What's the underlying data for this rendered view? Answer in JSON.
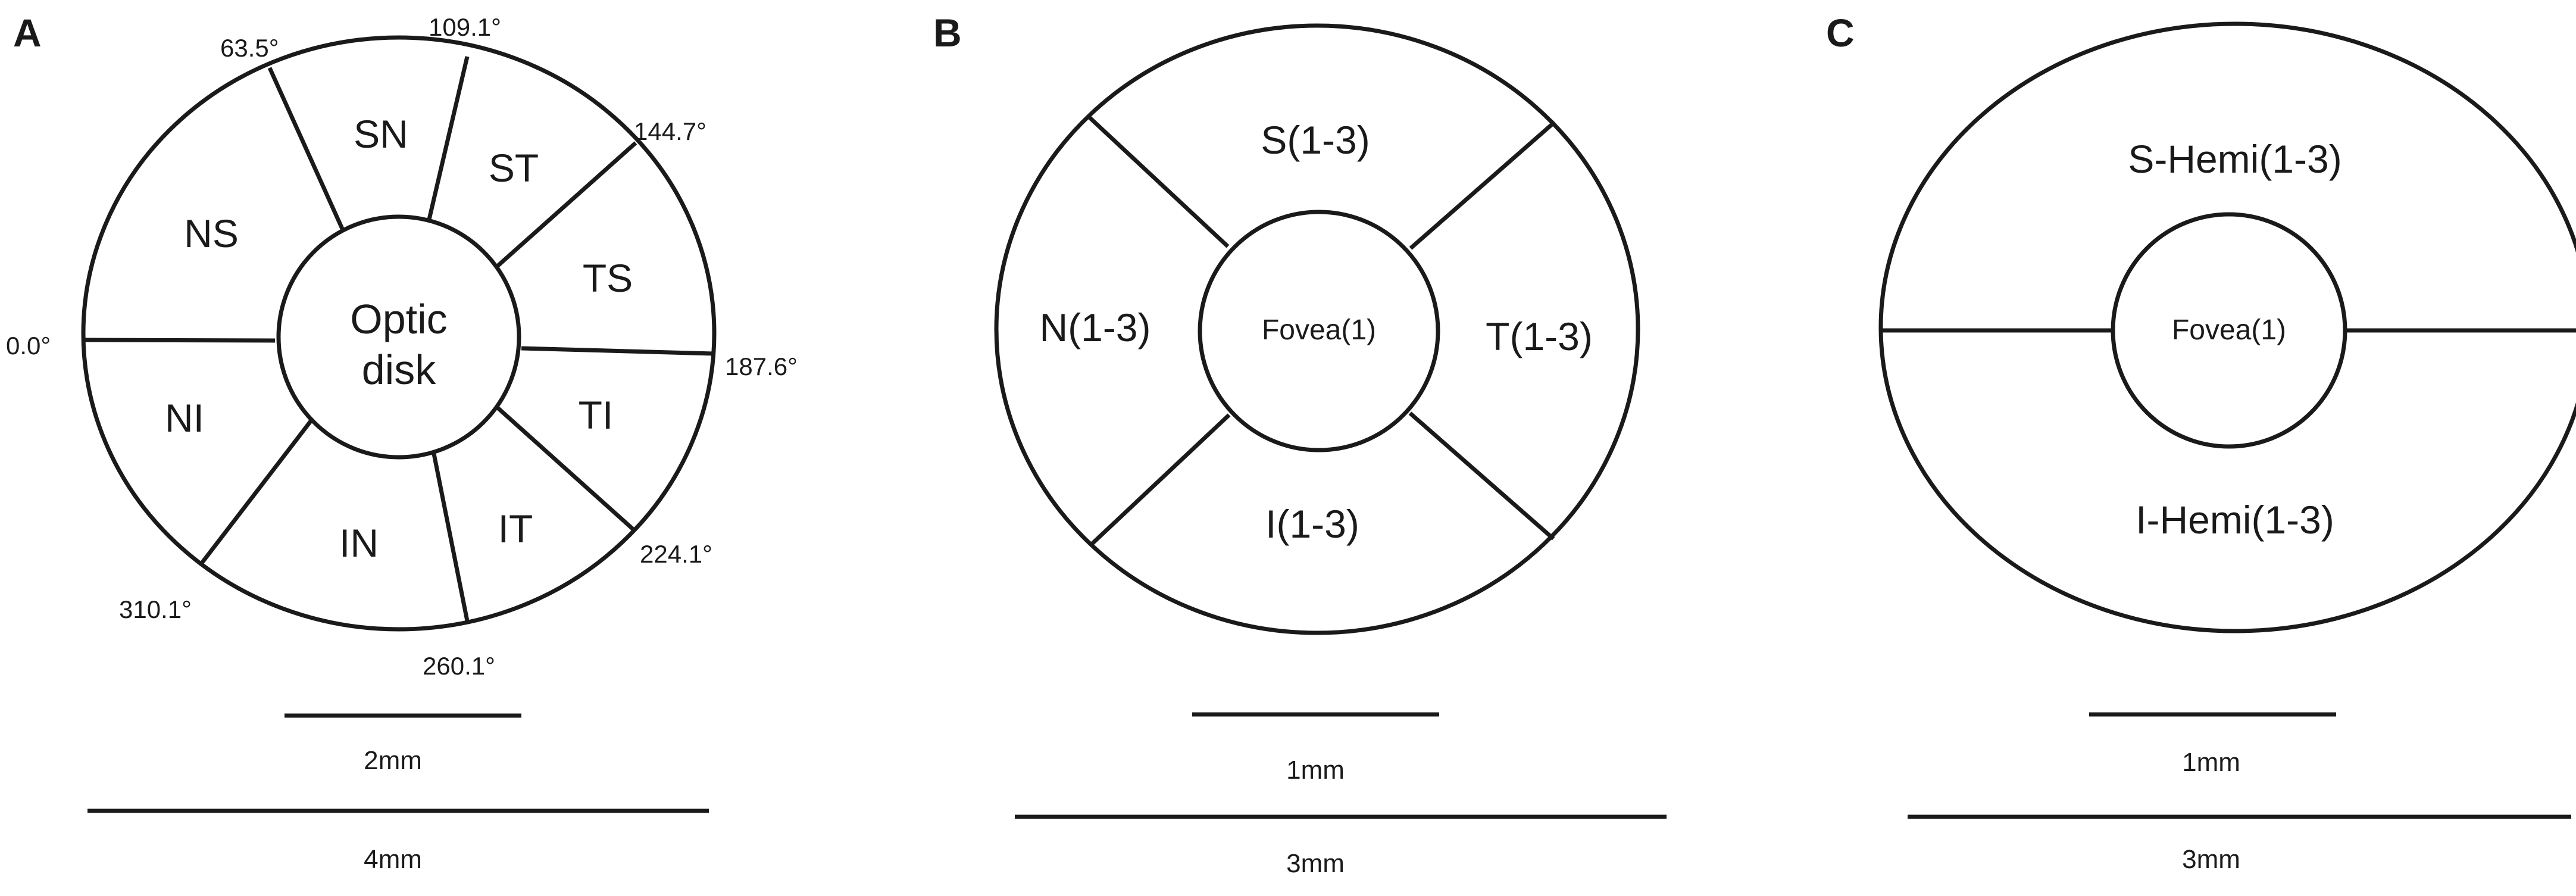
{
  "panels": {
    "a": {
      "letter": "A",
      "sectors": [
        "SN",
        "ST",
        "TS",
        "TI",
        "IT",
        "IN",
        "NI",
        "NS"
      ],
      "center_label_line1": "Optic",
      "center_label_line2": "disk",
      "angles": [
        "63.5°",
        "109.1°",
        "144.7°",
        "187.6°",
        "224.1°",
        "260.1°",
        "310.1°",
        "0.0°"
      ],
      "scale_inner": "2mm",
      "scale_outer": "4mm"
    },
    "b": {
      "letter": "B",
      "sectors": [
        "S(1-3)",
        "T(1-3)",
        "I(1-3)",
        "N(1-3)"
      ],
      "center_label": "Fovea(1)",
      "scale_inner": "1mm",
      "scale_outer": "3mm"
    },
    "c": {
      "letter": "C",
      "sectors": [
        "S-Hemi(1-3)",
        "I-Hemi(1-3)"
      ],
      "center_label": "Fovea(1)",
      "scale_inner": "1mm",
      "scale_outer": "3mm"
    }
  },
  "colors": {
    "stroke": "#1a1a1a",
    "background": "#ffffff"
  }
}
